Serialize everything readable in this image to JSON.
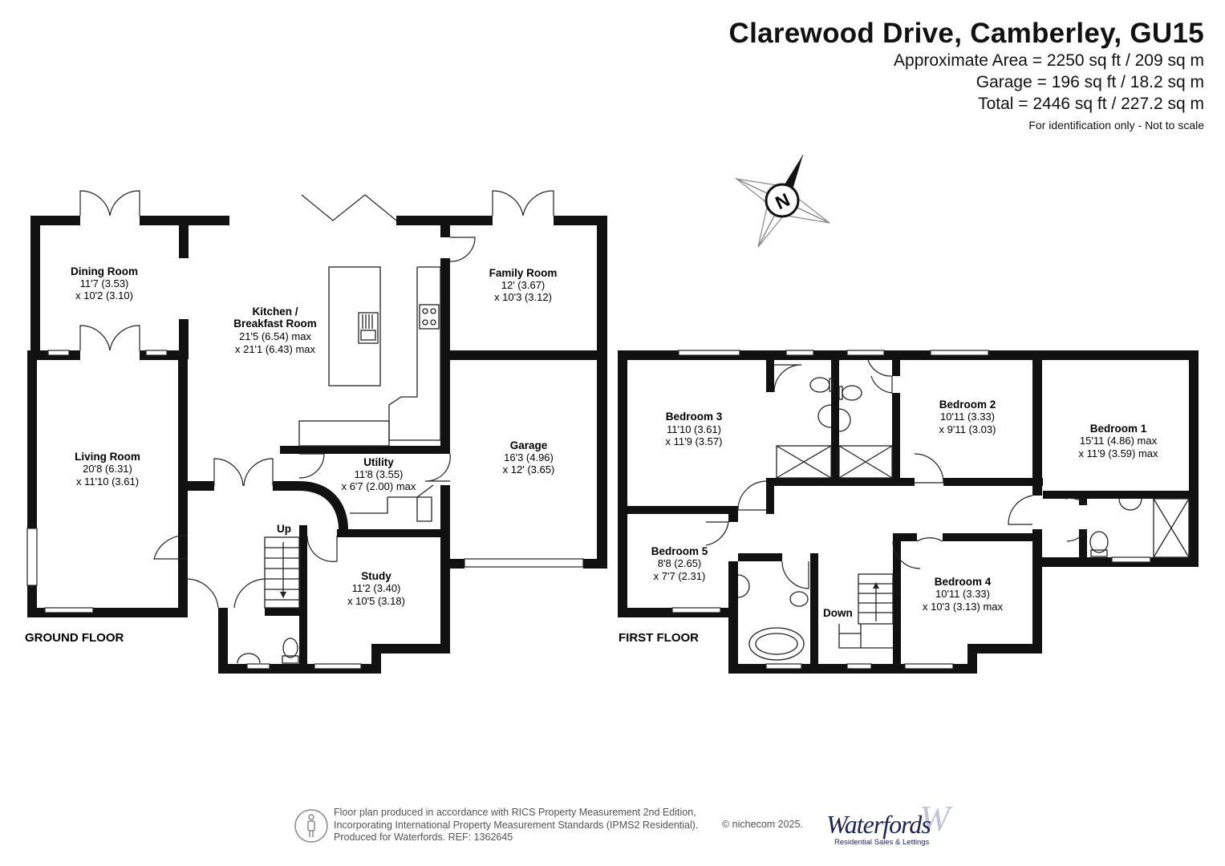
{
  "header": {
    "title": "Clarewood Drive, Camberley, GU15",
    "area_lines": [
      "Approximate Area = 2250 sq ft / 209 sq m",
      "Garage = 196 sq ft / 18.2 sq m",
      "Total = 2446 sq ft / 227.2 sq m"
    ],
    "note": "For identification only - Not to scale"
  },
  "compass": {
    "letter": "N"
  },
  "ground_floor": {
    "label": "GROUND FLOOR",
    "stairs_label": "Up",
    "rooms": [
      {
        "name": "Dining Room",
        "dims": [
          "11'7 (3.53)",
          "x 10'2 (3.10)"
        ]
      },
      {
        "name": "Kitchen /",
        "name2": "Breakfast Room",
        "dims": [
          "21'5 (6.54) max",
          "x 21'1 (6.43) max"
        ]
      },
      {
        "name": "Family Room",
        "dims": [
          "12' (3.67)",
          "x 10'3 (3.12)"
        ]
      },
      {
        "name": "Living Room",
        "dims": [
          "20'8 (6.31)",
          "x 11'10 (3.61)"
        ]
      },
      {
        "name": "Utility",
        "dims": [
          "11'8 (3.55)",
          "x 6'7 (2.00) max"
        ]
      },
      {
        "name": "Garage",
        "dims": [
          "16'3 (4.96)",
          "x 12' (3.65)"
        ]
      },
      {
        "name": "Study",
        "dims": [
          "11'2 (3.40)",
          "x 10'5 (3.18)"
        ]
      }
    ]
  },
  "first_floor": {
    "label": "FIRST FLOOR",
    "stairs_label": "Down",
    "rooms": [
      {
        "name": "Bedroom 3",
        "dims": [
          "11'10 (3.61)",
          "x 11'9 (3.57)"
        ]
      },
      {
        "name": "Bedroom 2",
        "dims": [
          "10'11 (3.33)",
          "x 9'11 (3.03)"
        ]
      },
      {
        "name": "Bedroom 1",
        "dims": [
          "15'11 (4.86) max",
          "x 11'9 (3.59) max"
        ]
      },
      {
        "name": "Bedroom 5",
        "dims": [
          "8'8 (2.65)",
          "x 7'7 (2.31)"
        ]
      },
      {
        "name": "Bedroom 4",
        "dims": [
          "10'11 (3.33)",
          "x 10'3 (3.13) max"
        ]
      }
    ]
  },
  "footer": {
    "lines": [
      "Floor plan produced in accordance with RICS Property Measurement 2nd Edition,",
      "Incorporating International Property Measurement Standards (IPMS2 Residential).",
      "Produced for Waterfords.   REF:  1362645"
    ],
    "copyright": "© nichecom 2025."
  },
  "logo": {
    "name": "Waterfords",
    "tagline": "Residential Sales & Lettings",
    "mark": "W"
  }
}
